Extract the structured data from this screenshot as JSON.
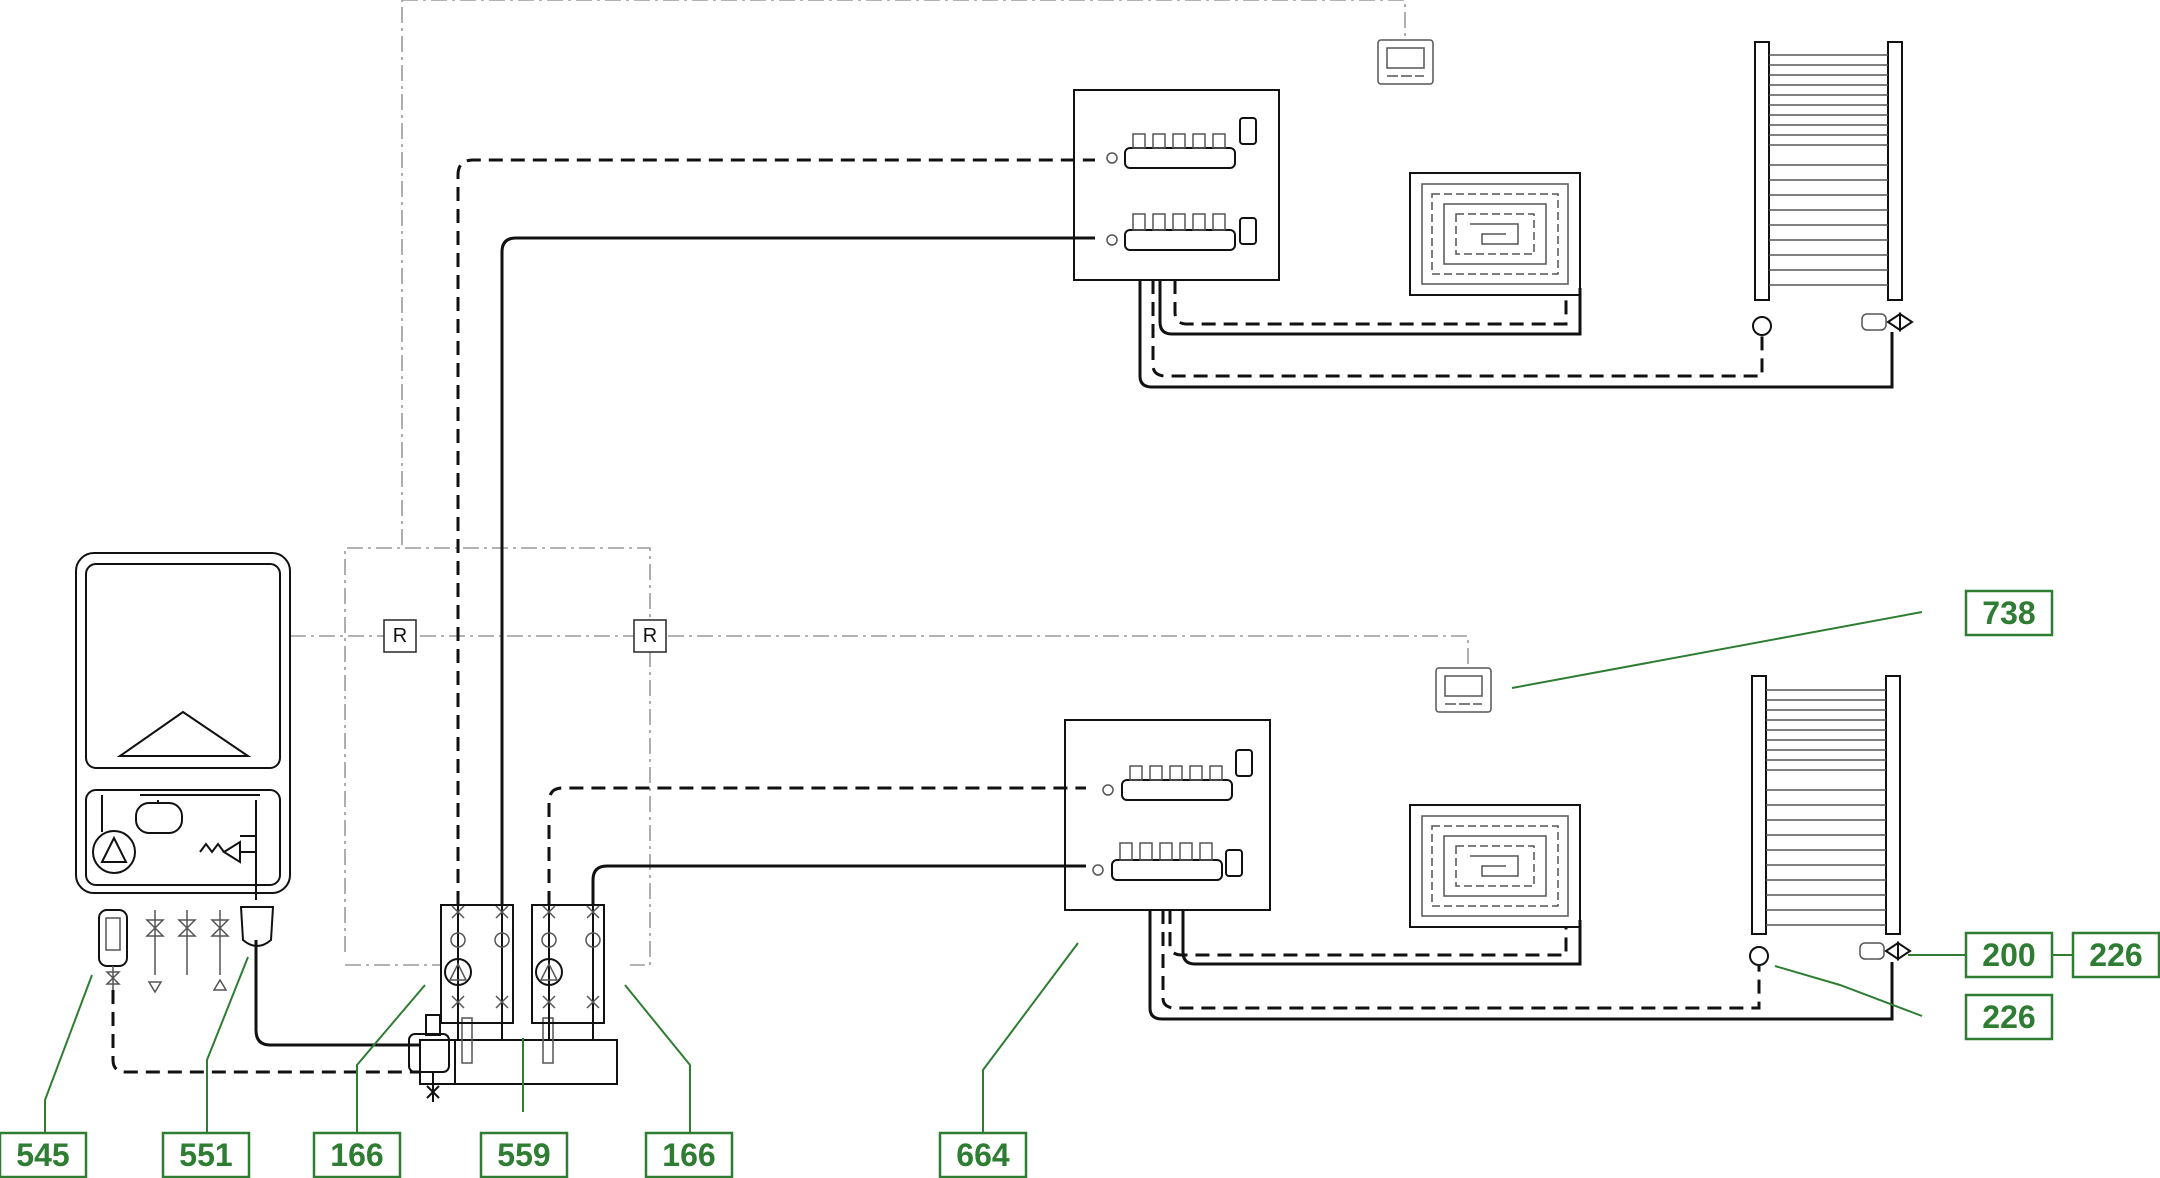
{
  "colors": {
    "label_green": "#2e7d32",
    "pipe": "#111111",
    "control_line": "#9a9a9a"
  },
  "relay_labels": {
    "left": "R",
    "right": "R"
  },
  "labels": {
    "l545": "545",
    "l551": "551",
    "l166a": "166",
    "l559": "559",
    "l166b": "166",
    "l664": "664",
    "l738": "738",
    "l200": "200",
    "l226a": "226",
    "l226b": "226"
  },
  "icons": [
    "boiler",
    "pump-icon",
    "expansion-vessel-icon",
    "safety-valve-icon",
    "manifold-icon",
    "underfloor-coil-icon",
    "towel-radiator-icon",
    "room-thermostat-icon",
    "hydraulic-separator-icon",
    "mixing-group-icon"
  ]
}
